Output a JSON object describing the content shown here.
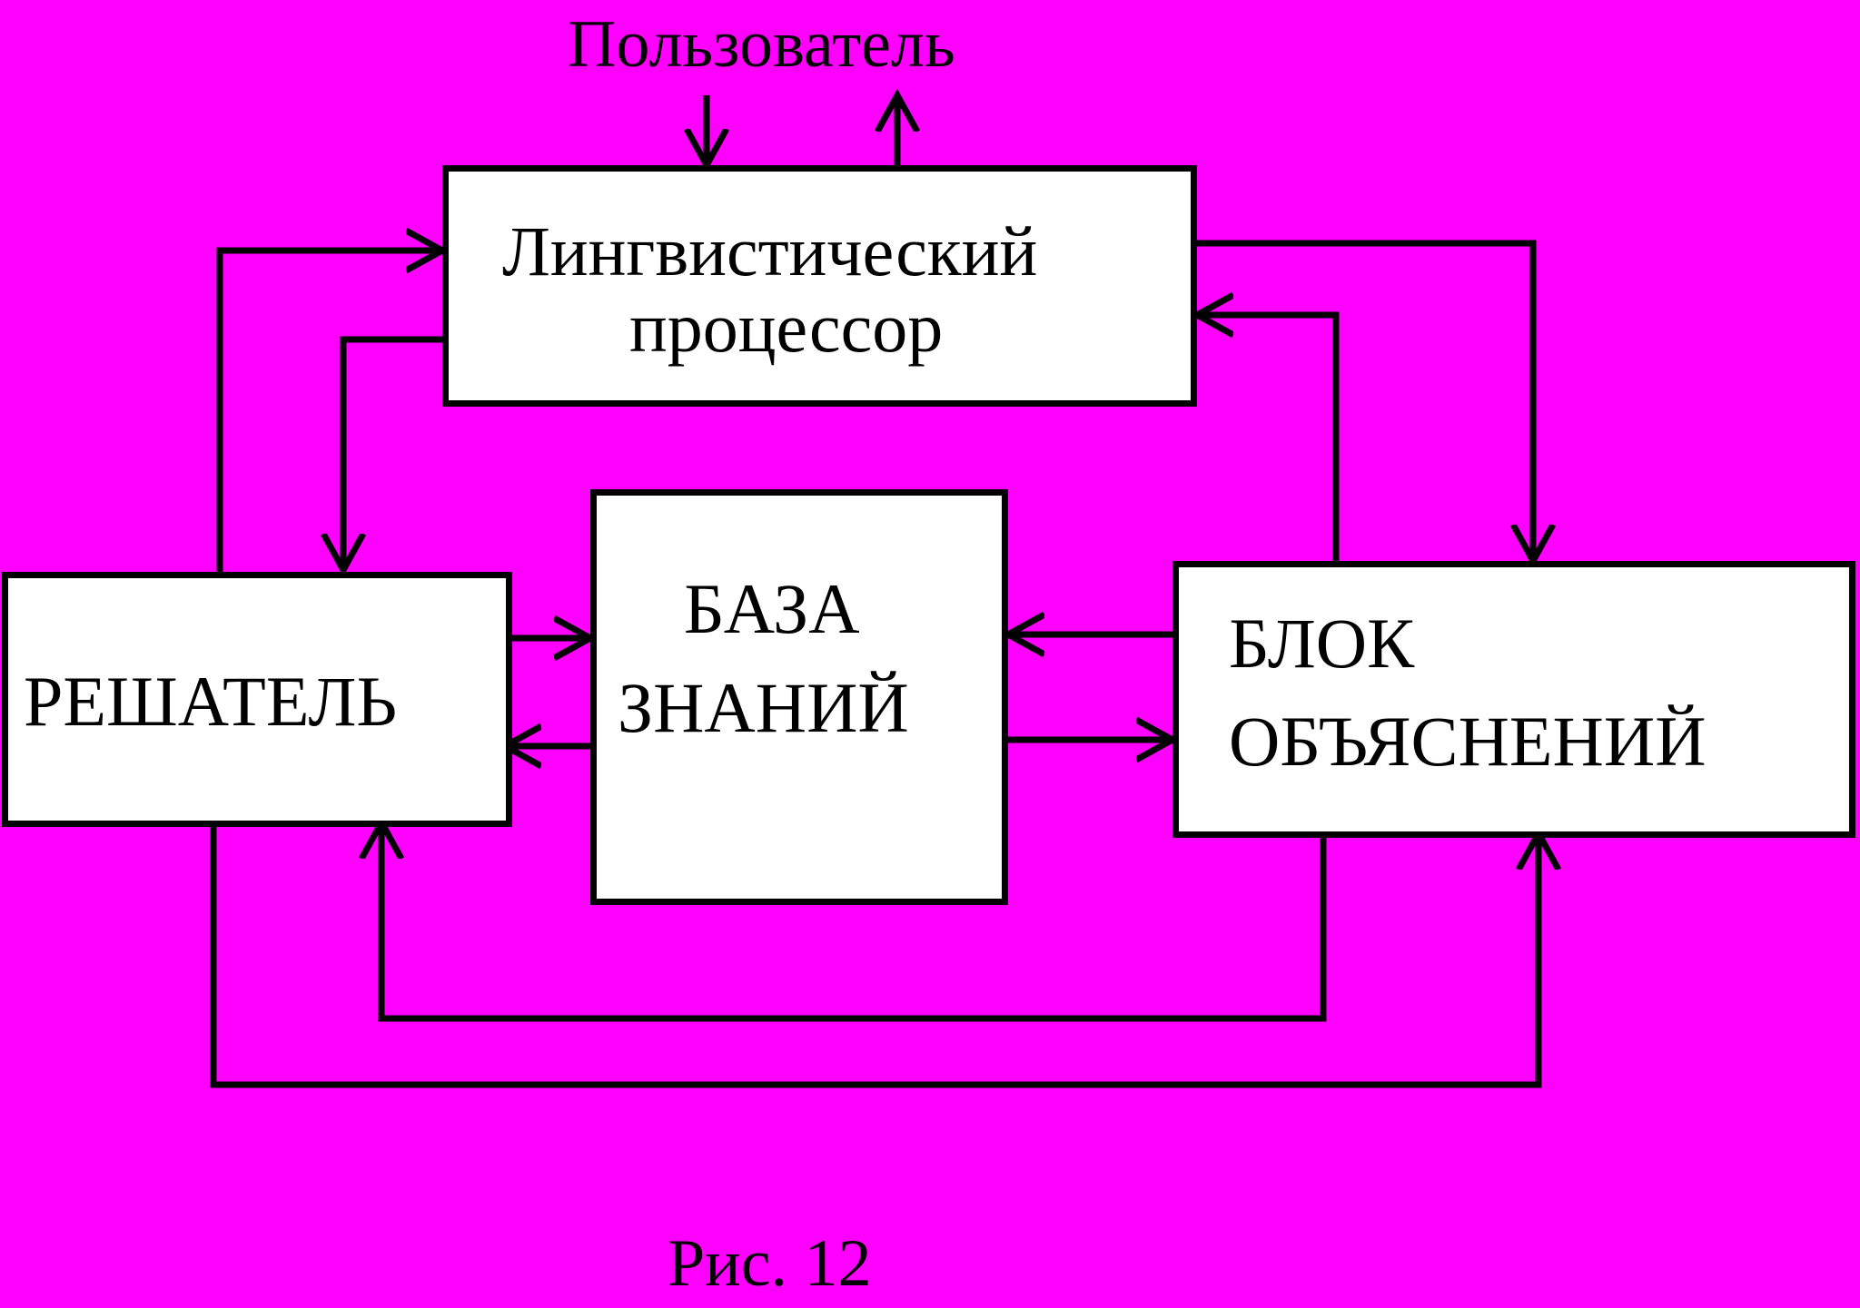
{
  "user_label": "Пользователь",
  "blocks": {
    "linguistic": {
      "line1": "Лингвистический",
      "line2": "процессор"
    },
    "solver": {
      "label": "РЕШАТЕЛЬ"
    },
    "knowledge_base": {
      "line1": "БАЗА",
      "line2": "ЗНАНИЙ"
    },
    "explanation": {
      "line1": "БЛОК",
      "line2": "ОБЪЯСНЕНИЙ"
    }
  },
  "caption": "Рис. 12",
  "colors": {
    "background": "#FF00FF",
    "box_fill": "#FFFFFF",
    "line": "#000000"
  }
}
